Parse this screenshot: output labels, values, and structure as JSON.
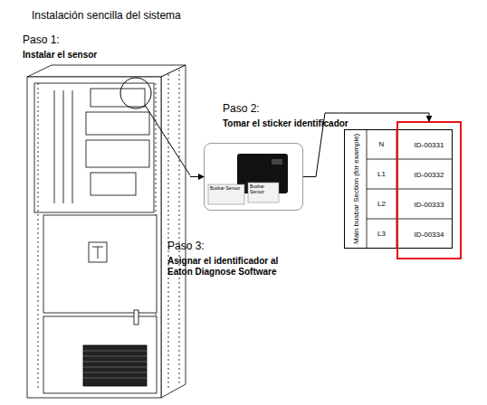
{
  "diagram": {
    "title": "Instalación sencilla del sistema",
    "nodes": [
      {
        "text": [
          "Paso 1:",
          "Instalar el sensor"
        ]
      },
      {
        "text": [
          "Paso 2:",
          "Tomar el sticker identificador"
        ]
      },
      {
        "text": [
          "Main busbar Section (for example)"
        ]
      },
      {
        "text": [
          "ID-00331",
          "ID-00332",
          "ID-00333",
          "ID-00334"
        ],
        "in": 2
      }
    ],
    "edges": [
      {
        "from": 0,
        "to": 1,
        "arrow": "to"
      },
      {
        "from": 1,
        "to": 3,
        "arrow": "to"
      }
    ],
    "labels": [
      "N",
      "L1",
      "L2",
      "L3",
      "Busbar Sensor",
      "Busbar Sensor",
      "Paso 3:",
      "Asignar el identificador al Eaton Diagnose Software"
    ]
  }
}
